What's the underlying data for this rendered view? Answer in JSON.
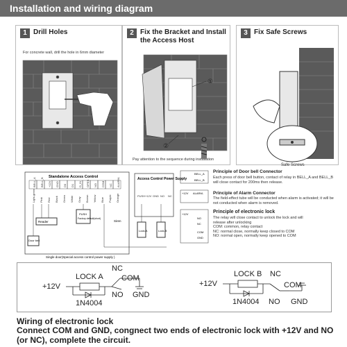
{
  "header": {
    "title": "Installation and wiring diagram"
  },
  "steps": [
    {
      "num": "1",
      "title": "Drill Holes",
      "note": "For concrete wall, drill the hole in 6mm diameter"
    },
    {
      "num": "2",
      "title": "Fix the Bracket and Install the Access Host",
      "note": "Pay attention to the sequence during installation",
      "marks": [
        "①",
        "②"
      ]
    },
    {
      "num": "3",
      "title": "Fix Safe Screws",
      "note": "Safe Screws",
      "zoom_label": "Safe Screws"
    }
  ],
  "wiring": {
    "controller_title": "Standalone Access Control",
    "power_title": "Access Control Power Supply",
    "controller_pins": [
      "Light-green",
      "Pink",
      "Red",
      "Black",
      "Green",
      "White",
      "Gray",
      "Brown",
      "Yellow",
      "Blue",
      "Purple",
      "Orange",
      "Gray"
    ],
    "controller_terms": [
      "BELL_A",
      "BELL_B",
      "+12V",
      "GND",
      "D0",
      "D1",
      "D_IN",
      "OPEN",
      "NO",
      "COM",
      "NC",
      "ALARM-"
    ],
    "reader_label": "Reader",
    "push_label": "PUSH",
    "factory_label": "Factory default(short)",
    "door_bell_label": "Door bell",
    "power_terms": [
      "PUSH",
      "+12V",
      "GND",
      "NO",
      "NC"
    ],
    "siren_label": "Siren",
    "lock_labels": [
      "Lock-A",
      "Lock-B"
    ],
    "caption": "Single door(Special access control  power supply )"
  },
  "connectors": [
    {
      "title": "Principle of Door bell Connector",
      "desc": "Each press of door bell button, contact of relay in BELL_A and BELL_B will close contact for 200ms then release.",
      "terms": [
        "BELL_A",
        "BELL_B"
      ]
    },
    {
      "title": "Principle of Alarm Connector",
      "desc": "The field-effect tube will be conducted when alarm is activated; it will be not conducted when alarm is removed.",
      "terms": [
        "+12V",
        "ALARM-"
      ]
    },
    {
      "title": "Principle of electronic lock",
      "desc_lines": [
        "The relay will close contact to unlock the lock and will",
        "release after unlocking",
        "COM: common, relay contact",
        "NC:  normal close, normally keep closed to COM",
        "NO:  normal open, normally keep opened to COM"
      ],
      "terms": [
        "+12V",
        "NO",
        "NC",
        "COM",
        "GND"
      ]
    }
  ],
  "lock_diagrams": [
    {
      "lock": "LOCK A",
      "supply": "+12V",
      "diode": "1N4004",
      "nc": "NC",
      "com": "COM",
      "no": "NO",
      "gnd": "GND"
    },
    {
      "lock": "LOCK B",
      "supply": "+12V",
      "diode": "1N4004",
      "nc": "NC",
      "com": "COM",
      "no": "NO",
      "gnd": "GND"
    }
  ],
  "footer": {
    "title": "Wiring of electronic lock",
    "text": "Connect COM and GND, congnect two ends of electronic lock with +12V and NO (or NC), complete the circuit."
  }
}
